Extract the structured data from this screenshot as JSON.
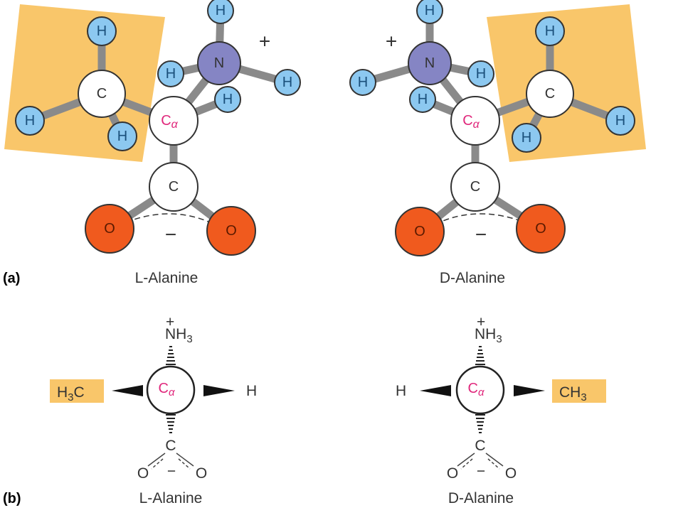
{
  "colors": {
    "highlight": "#f9c66a",
    "hydrogen": "#8cc8f0",
    "nitrogen": "#8585c4",
    "oxygen": "#f05a1e",
    "carbon": "#ffffff",
    "bond": "#8a8a8a",
    "alpha_text": "#e0287c"
  },
  "panel_a": {
    "label": "(a)",
    "left": {
      "caption": "L-Alanine",
      "charge_plus": "+",
      "charge_minus": "−",
      "atoms": {
        "c_methyl": "C",
        "c_alpha": "C",
        "c_alpha_sub": "α",
        "c_carboxyl": "C",
        "n": "N",
        "h": "H",
        "o": "O"
      }
    },
    "right": {
      "caption": "D-Alanine",
      "charge_plus": "+",
      "charge_minus": "−",
      "atoms": {
        "c_methyl": "C",
        "c_alpha": "C",
        "c_alpha_sub": "α",
        "c_carboxyl": "C",
        "n": "N",
        "h": "H",
        "o": "O"
      }
    }
  },
  "panel_b": {
    "label": "(b)",
    "left": {
      "caption": "L-Alanine",
      "top_group": {
        "plus": "+",
        "main": "NH",
        "sub": "3"
      },
      "left_group": {
        "main": "H",
        "sub": "3",
        "tail": "C"
      },
      "right_group": "H",
      "center": {
        "main": "C",
        "sub": "α"
      },
      "carboxyl_c": "C",
      "o_left": "O",
      "o_right": "O",
      "minus": "−"
    },
    "right": {
      "caption": "D-Alanine",
      "top_group": {
        "plus": "+",
        "main": "NH",
        "sub": "3"
      },
      "left_group": "H",
      "right_group": {
        "main": "CH",
        "sub": "3"
      },
      "center": {
        "main": "C",
        "sub": "α"
      },
      "carboxyl_c": "C",
      "o_left": "O",
      "o_right": "O",
      "minus": "−"
    }
  }
}
